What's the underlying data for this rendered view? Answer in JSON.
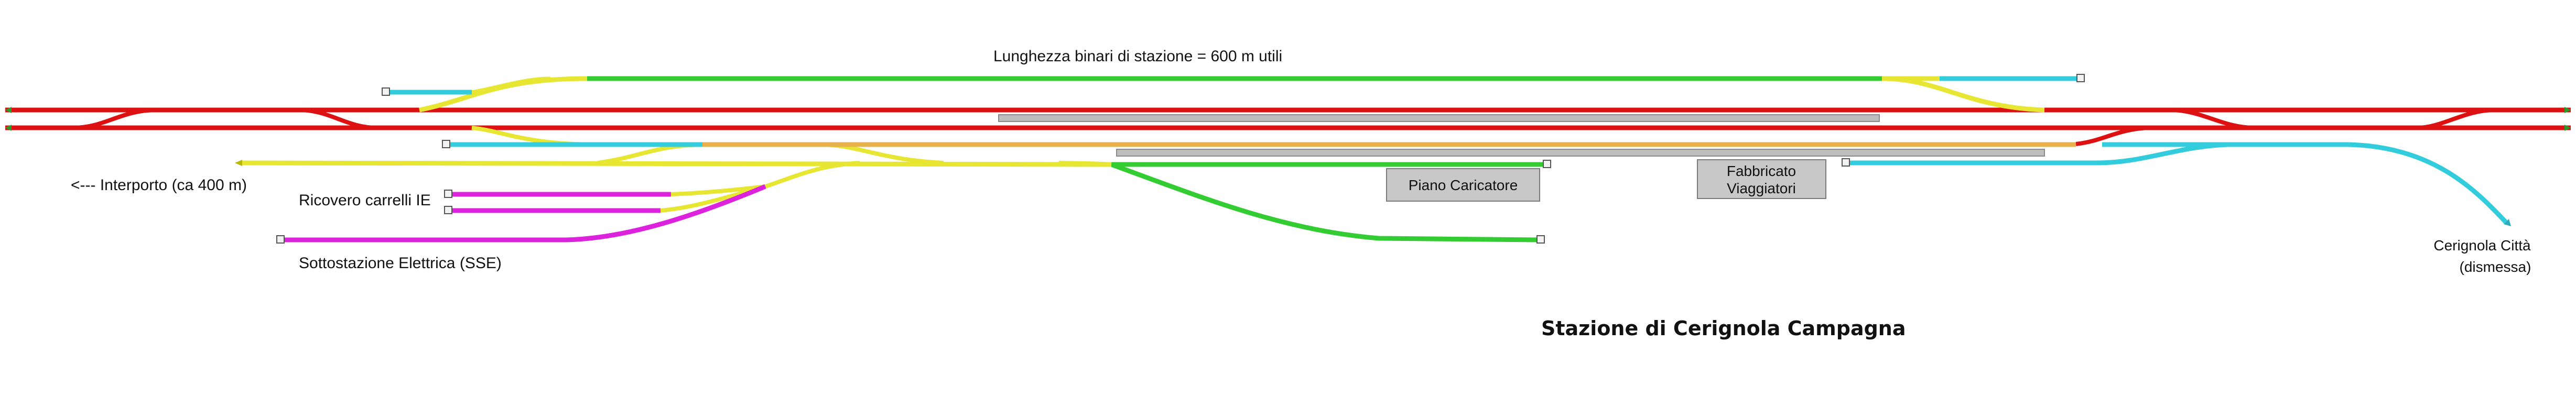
{
  "title": "Stazione di Cerignola Campagna",
  "labels": {
    "length_note": "Lunghezza binari di stazione = 600 m utili",
    "interporto": "<--- Interporto (ca 400 m)",
    "ricovero": "Ricovero carrelli IE",
    "sottostazione": "Sottostazione Elettrica (SSE)",
    "piano_caricatore": "Piano Caricatore",
    "fabbricato_line1": "Fabbricato",
    "fabbricato_line2": "Viaggiatori",
    "cerignola_line1": "Cerignola Città",
    "cerignola_line2": "(dismessa)"
  },
  "colors": {
    "main_line": "#dd1111",
    "station_track": "#33cc33",
    "siding": "#e6e633",
    "spur": "#33ccdd",
    "electrical": "#dd22dd",
    "platform": "#bdbdbd"
  }
}
